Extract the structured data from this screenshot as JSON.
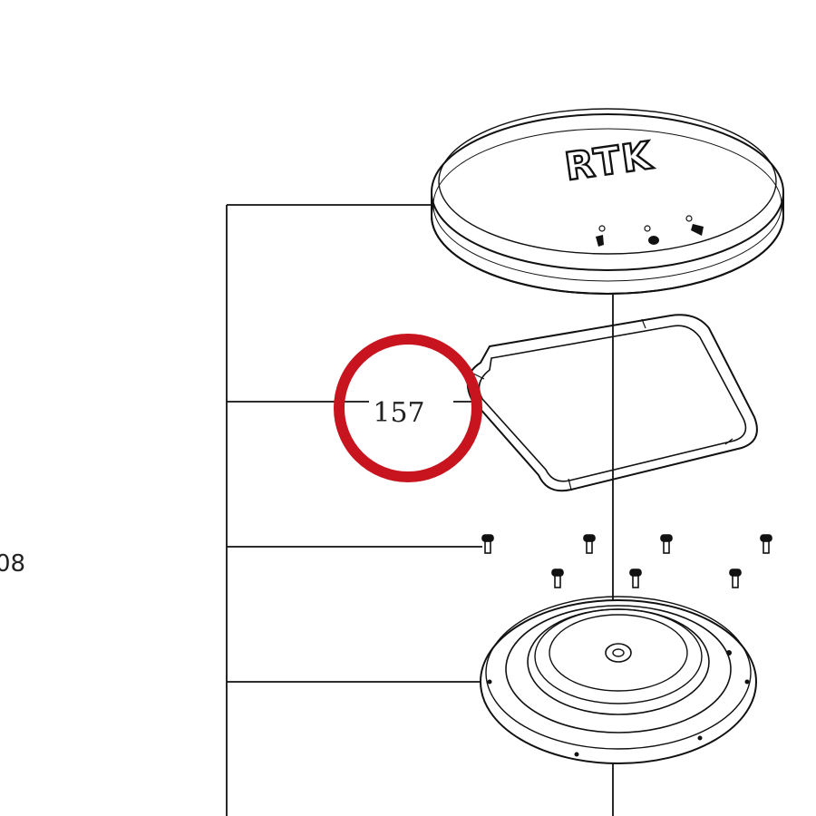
{
  "diagram": {
    "cover_text": "RTK",
    "part_label": "157",
    "side_label": "08",
    "highlight_color": "#c8141e",
    "line_color": "#111111"
  }
}
